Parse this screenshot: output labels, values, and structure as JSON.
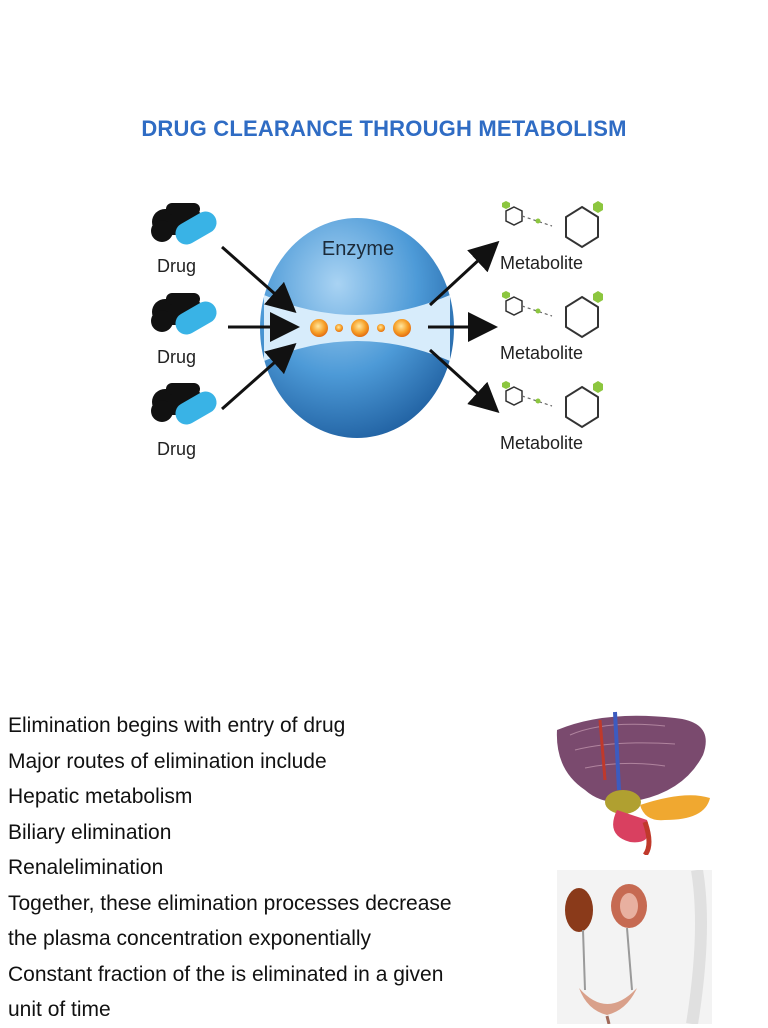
{
  "slide": {
    "title": "DRUG CLEARANCE THROUGH METABOLISM"
  },
  "diagram": {
    "enzyme_label": "Enzyme",
    "drug_labels": [
      "Drug",
      "Drug",
      "Drug"
    ],
    "metabolite_labels": [
      "Metabolite",
      "Metabolite",
      "Metabolite"
    ]
  },
  "bullets": [
    "Elimination begins with entry of drug",
    "Major routes of elimination include",
    "Hepatic metabolism",
    "Biliary elimination",
    "Renalelimination",
    "Together, these elimination processes decrease",
    "the plasma concentration exponentially",
    "Constant fraction of the is eliminated in a given",
    "unit of time"
  ],
  "colors": {
    "title": "#2f6cc4",
    "enzyme_blue": "#3f8fd0",
    "capsule_blue": "#39b3e6",
    "hexagon_green": "#8cc63f"
  }
}
